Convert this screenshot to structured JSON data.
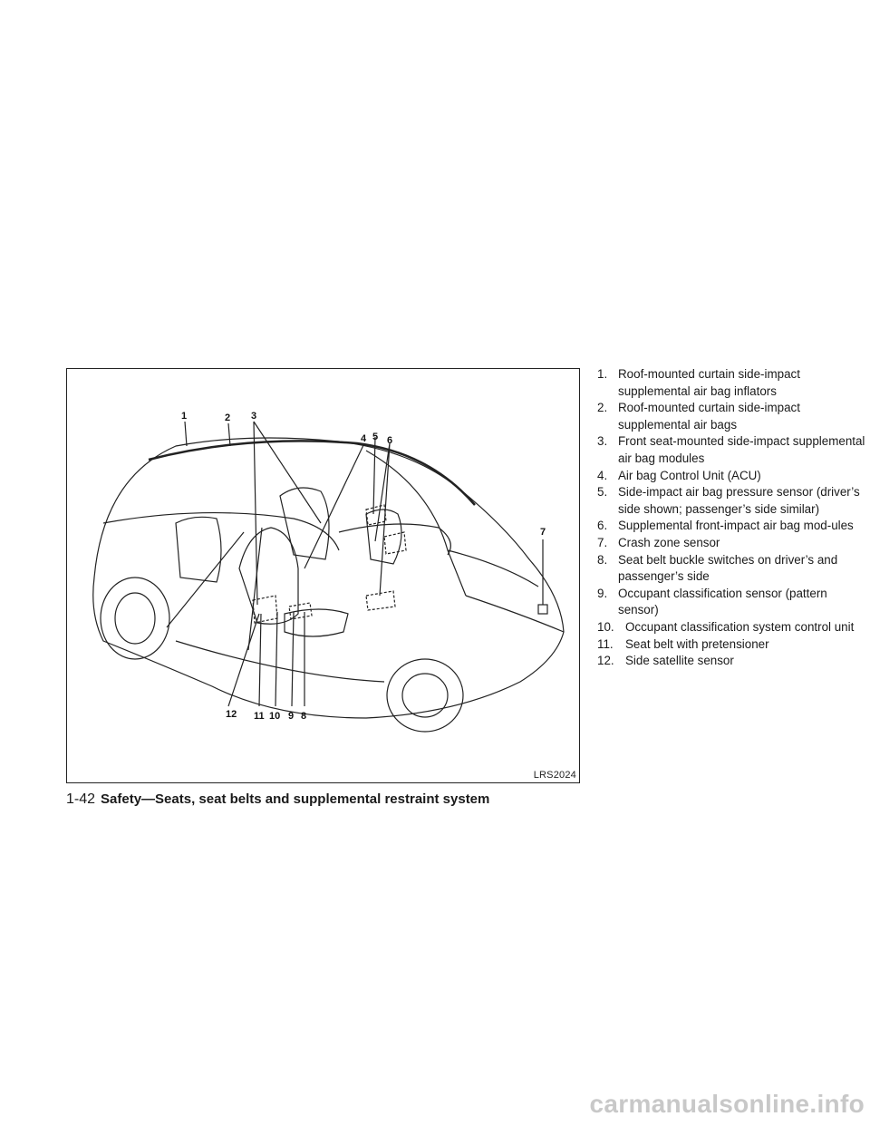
{
  "figure": {
    "code": "LRS2024",
    "callouts": [
      "1",
      "2",
      "3",
      "4",
      "5",
      "6",
      "7",
      "8",
      "9",
      "10",
      "11",
      "12"
    ]
  },
  "legend": [
    {
      "num": "1.",
      "text": "Roof-mounted curtain side-impact supplemental air bag inflators"
    },
    {
      "num": "2.",
      "text": "Roof-mounted curtain side-impact supplemental air bags"
    },
    {
      "num": "3.",
      "text": "Front seat-mounted side-impact supplemental air bag modules"
    },
    {
      "num": "4.",
      "text": "Air bag Control Unit (ACU)"
    },
    {
      "num": "5.",
      "text": "Side-impact air bag pressure sensor (driver’s side shown; passenger’s side similar)"
    },
    {
      "num": "6.",
      "text": "Supplemental front-impact air bag mod-ules"
    },
    {
      "num": "7.",
      "text": "Crash zone sensor"
    },
    {
      "num": "8.",
      "text": "Seat belt buckle switches on driver’s and passenger’s side"
    },
    {
      "num": "9.",
      "text": "Occupant classification sensor (pattern sensor)"
    },
    {
      "num": "10.",
      "text": "Occupant classification system control unit"
    },
    {
      "num": "11.",
      "text": "Seat belt with pretensioner"
    },
    {
      "num": "12.",
      "text": "Side satellite sensor"
    }
  ],
  "footer": {
    "page_number": "1-42",
    "section_title": "Safety—Seats, seat belts and supplemental restraint system"
  },
  "watermark": "carmanualsonline.info"
}
